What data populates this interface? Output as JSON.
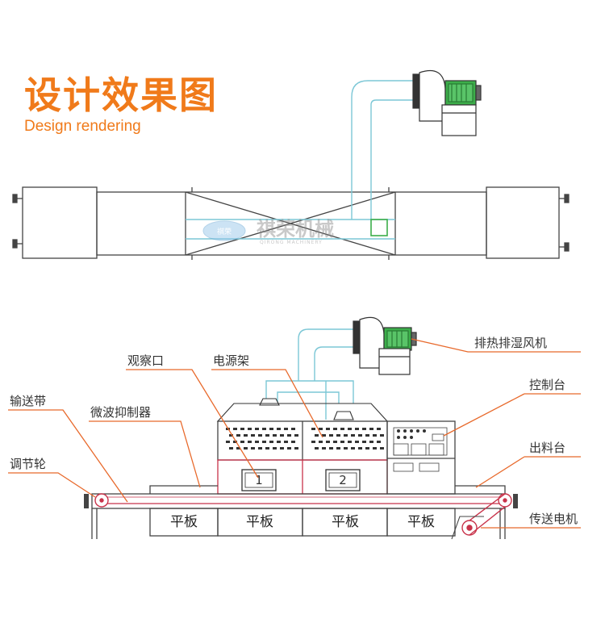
{
  "header": {
    "title_cn": "设计效果图",
    "title_en": "Design rendering"
  },
  "watermark": {
    "cn": "祺荣机械",
    "en": "QIRONG MACHINERY",
    "badge": "祺荣"
  },
  "callouts": {
    "exhaust_fan": "排热排湿风机",
    "observation_port": "观察口",
    "power_rack": "电源架",
    "control_panel": "控制台",
    "conveyor_belt": "输送带",
    "microwave_suppressor": "微波抑制器",
    "outfeed_table": "出料台",
    "adjust_wheel": "调节轮",
    "drive_motor": "传送电机"
  },
  "cavities": [
    "1",
    "2"
  ],
  "panels": [
    "平板",
    "平板",
    "平板",
    "平板"
  ],
  "colors": {
    "accent": "#f07a1a",
    "leader": "#e8692b",
    "duct": "#7cc7d6",
    "motor": "#3cae4a",
    "frame_red": "#c8334a",
    "line": "#444444"
  }
}
